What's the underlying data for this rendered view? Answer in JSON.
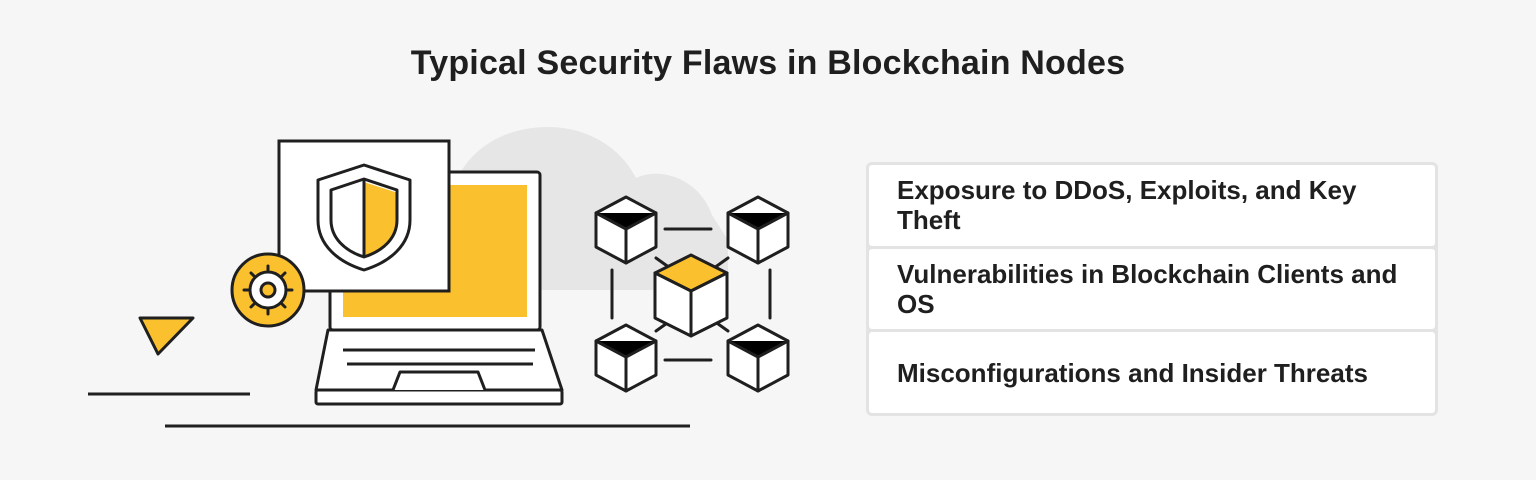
{
  "title": "Typical Security Flaws in Blockchain Nodes",
  "items": [
    {
      "label": "Exposure to DDoS, Exploits, and Key Theft"
    },
    {
      "label": "Vulnerabilities in Blockchain Clients and OS"
    },
    {
      "label": "Misconfigurations and Insider Threats"
    }
  ],
  "colors": {
    "accent": "#fbc02d",
    "stroke": "#1f1f1f",
    "cloud": "#e6e6e6",
    "background": "#f6f6f6"
  },
  "icons": [
    "shield-icon",
    "gear-icon",
    "laptop-icon",
    "cloud-icon",
    "blockchain-cubes-icon",
    "cursor-arrow-icon"
  ]
}
